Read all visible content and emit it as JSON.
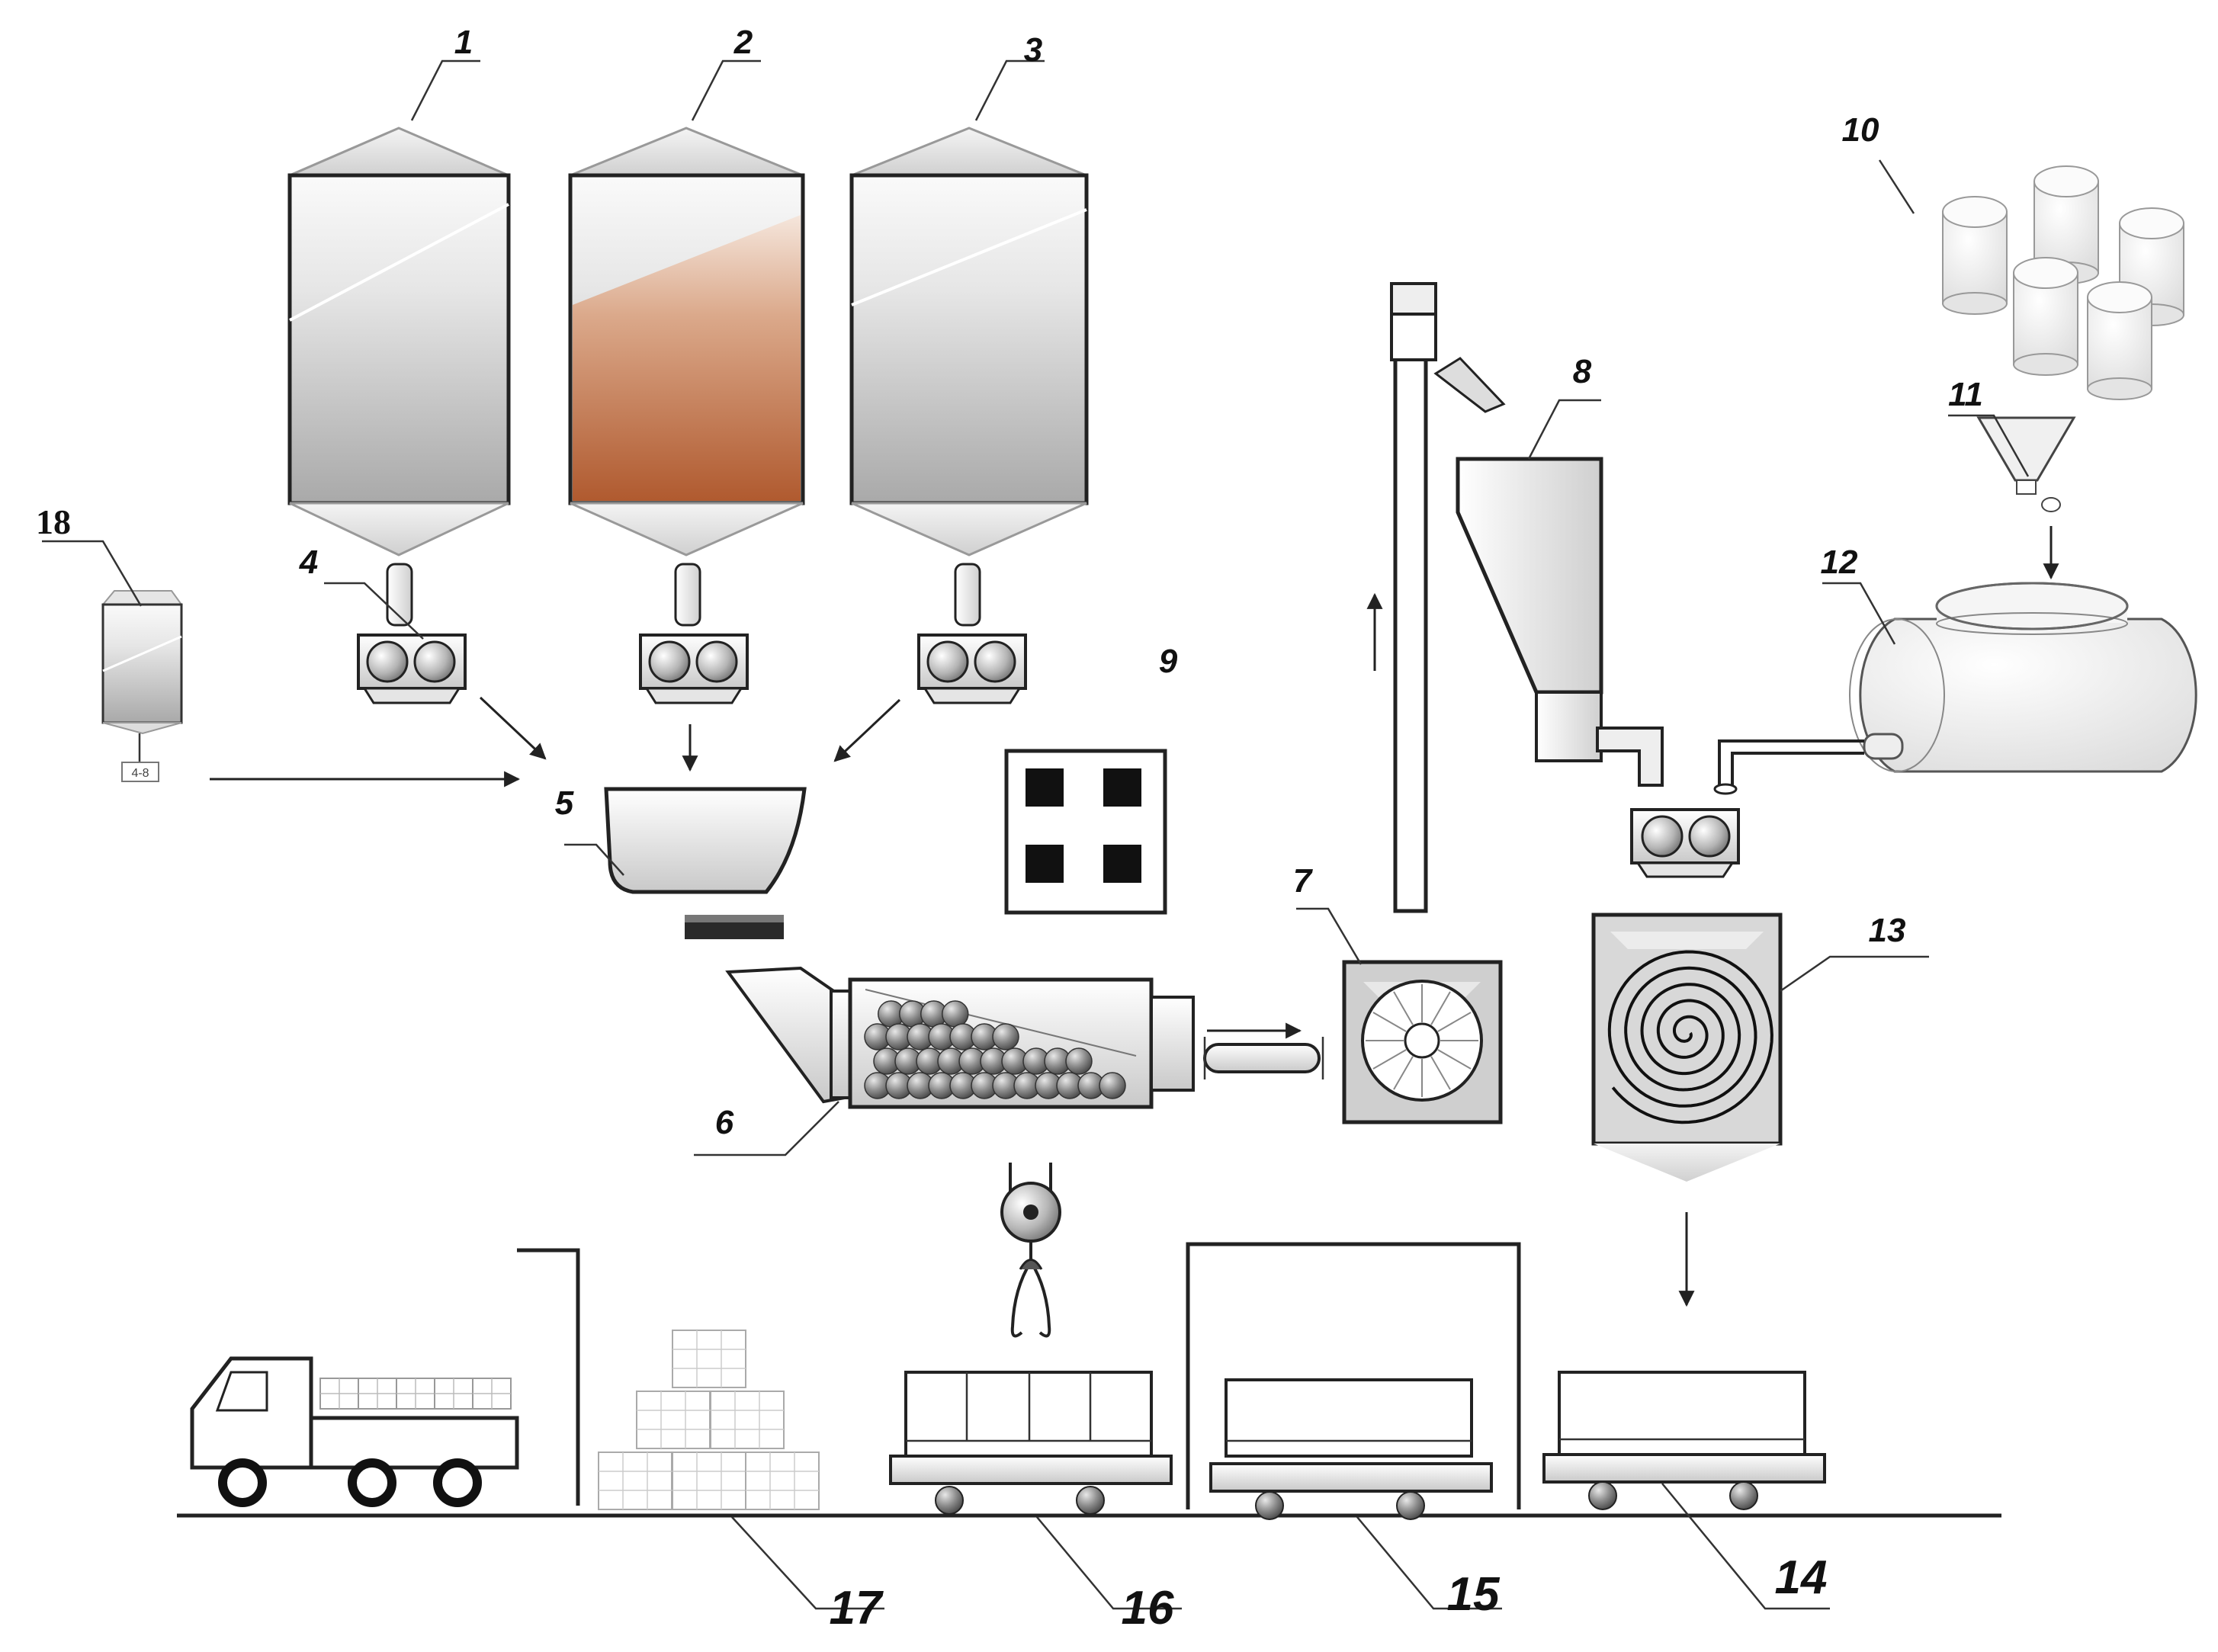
{
  "labels": {
    "n1": "1",
    "n2": "2",
    "n3": "3",
    "n4": "4",
    "n5": "5",
    "n6": "6",
    "n7": "7",
    "n8": "8",
    "n9": "9",
    "n10": "10",
    "n11": "11",
    "n12": "12",
    "n13": "13",
    "n14": "14",
    "n15": "15",
    "n16": "16",
    "n17": "17",
    "n18": "18"
  },
  "small_text": {
    "bag_tag": "4-8"
  },
  "colors": {
    "silo_gray": "#b9b9b9",
    "silo_clay": "#b8643a",
    "outline": "#222222",
    "metal_light": "#f2f2f2",
    "metal_dark": "#8a8a8a"
  }
}
